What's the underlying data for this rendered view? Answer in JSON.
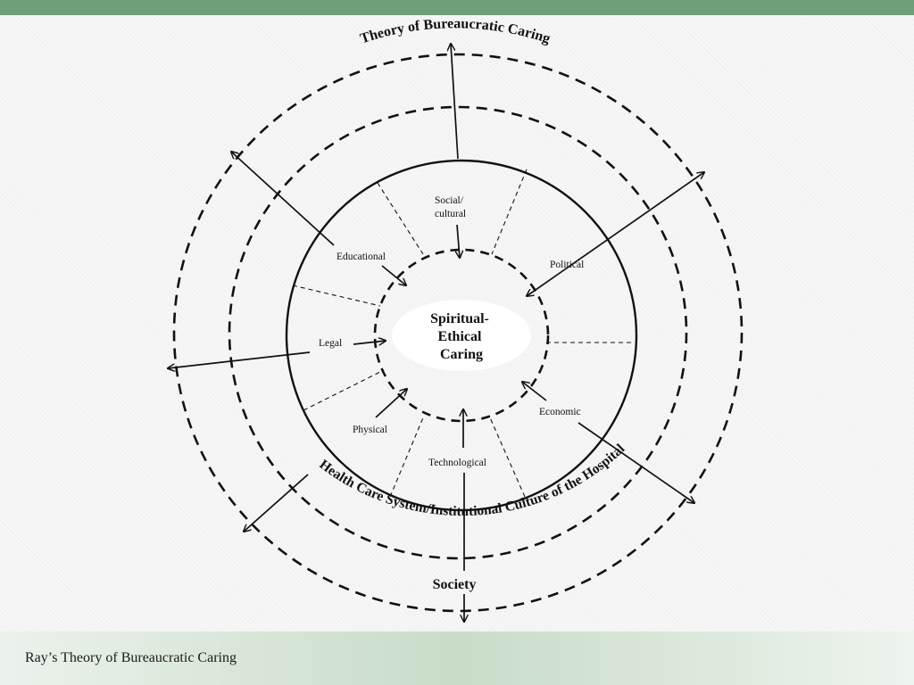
{
  "diagram": {
    "outer_title": "Theory of Bureaucratic Caring",
    "middle_ring_label": "Health Care System/Institutional Culture of the Hospital",
    "outer_label": "Society",
    "center_label": [
      "Spiritual-",
      "Ethical",
      "Caring"
    ],
    "dimensions": {
      "social_cultural": [
        "Social/",
        "cultural"
      ],
      "educational": "Educational",
      "political": "Political",
      "legal": "Legal",
      "economic": "Economic",
      "physical": "Physical",
      "technological": "Technological"
    }
  },
  "footer": {
    "caption": "Ray’s Theory of Bureaucratic Caring"
  },
  "colors": {
    "top_bar": "#6f9f78",
    "footer_gradient": "#c8dcc8",
    "line": "#111111"
  }
}
